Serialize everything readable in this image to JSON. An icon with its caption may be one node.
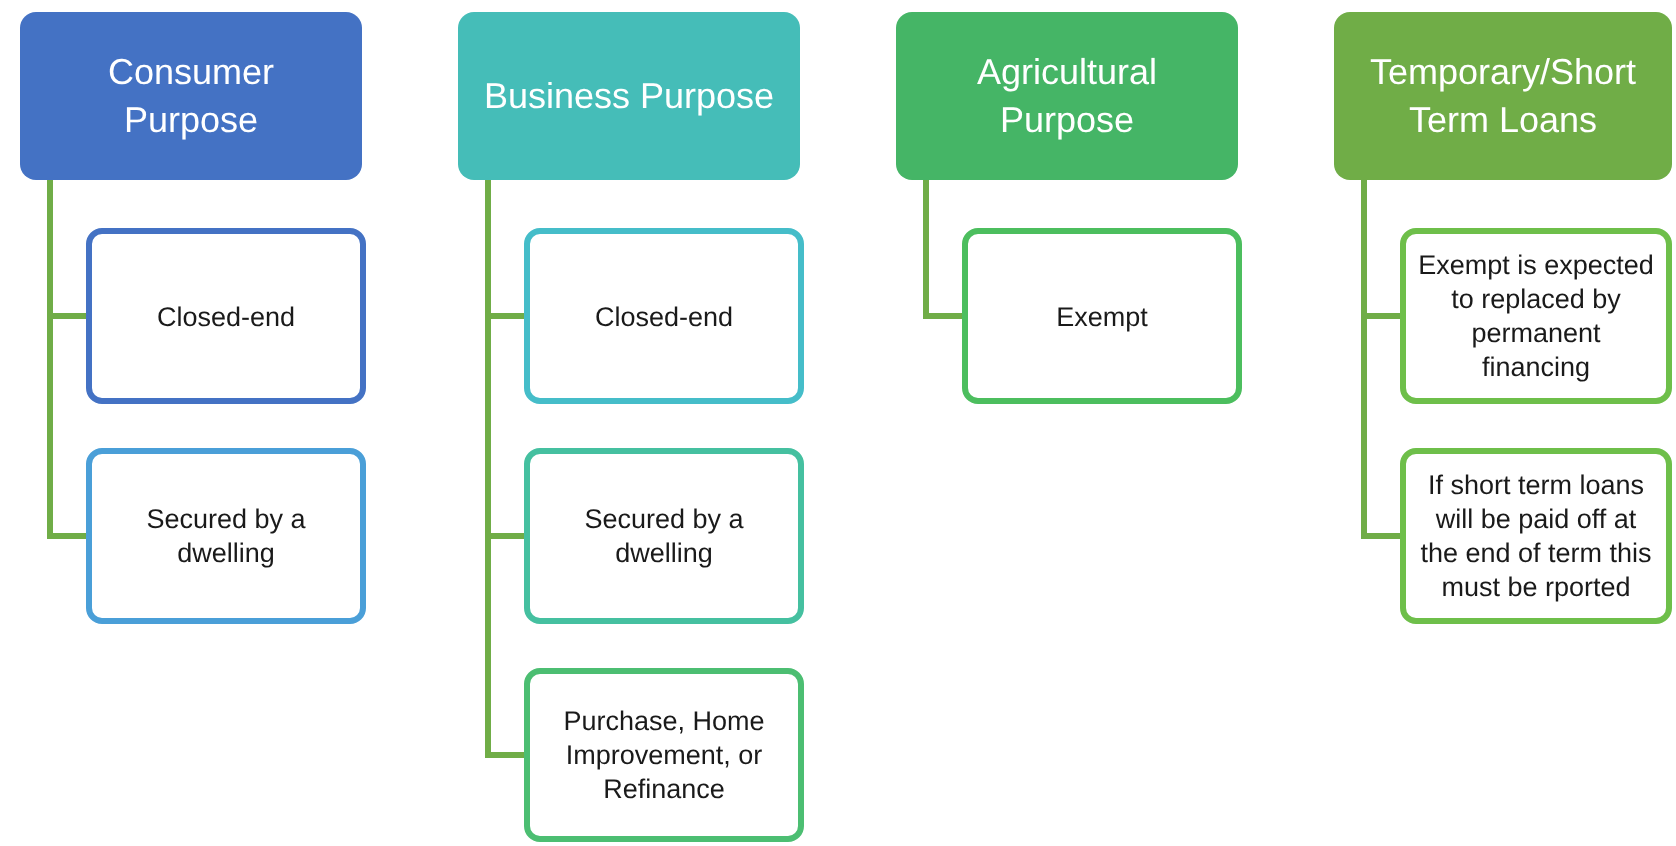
{
  "diagram": {
    "nodes": [
      {
        "text": [
          "Consumer Purpose"
        ]
      },
      {
        "text": [
          "Closed-end"
        ]
      },
      {
        "text": [
          "Secured by a dwelling"
        ]
      },
      {
        "text": [
          "Business Purpose"
        ]
      },
      {
        "text": [
          "Closed-end"
        ]
      },
      {
        "text": [
          "Secured by a dwelling"
        ]
      },
      {
        "text": [
          "Purchase, Home Improvement, or Refinance"
        ]
      },
      {
        "text": [
          "Agricultural Purpose"
        ]
      },
      {
        "text": [
          "Exempt"
        ]
      },
      {
        "text": [
          "Temporary/Short Term Loans"
        ]
      },
      {
        "text": [
          "Exempt is expected to replaced by permanent financing"
        ]
      },
      {
        "text": [
          "If short term loans will be paid off at the end of term this must be rported"
        ]
      }
    ],
    "edges": [
      {
        "from": 0,
        "to": 1,
        "arrow": "none"
      },
      {
        "from": 0,
        "to": 2,
        "arrow": "none"
      },
      {
        "from": 3,
        "to": 4,
        "arrow": "none"
      },
      {
        "from": 3,
        "to": 5,
        "arrow": "none"
      },
      {
        "from": 3,
        "to": 6,
        "arrow": "none"
      },
      {
        "from": 7,
        "to": 8,
        "arrow": "none"
      },
      {
        "from": 9,
        "to": 10,
        "arrow": "none"
      },
      {
        "from": 9,
        "to": 11,
        "arrow": "none"
      }
    ]
  }
}
